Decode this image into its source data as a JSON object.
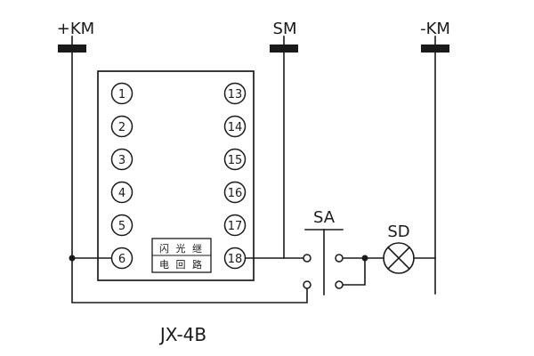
{
  "terminals": [
    {
      "label": "+KM"
    },
    {
      "label": "SM"
    },
    {
      "label": "-KM"
    }
  ],
  "relay": {
    "model_label": "JX-4B",
    "left_pins": [
      "1",
      "2",
      "3",
      "4",
      "5",
      "6"
    ],
    "right_pins": [
      "13",
      "14",
      "15",
      "16",
      "17",
      "18"
    ],
    "inner_box_line1": "闪 光 继",
    "inner_box_line2": "电 回 路"
  },
  "control_switch": {
    "label": "SA"
  },
  "signal_lamp": {
    "label": "SD"
  },
  "colors": {
    "line": "#1a1a1a",
    "background": "#ffffff"
  }
}
